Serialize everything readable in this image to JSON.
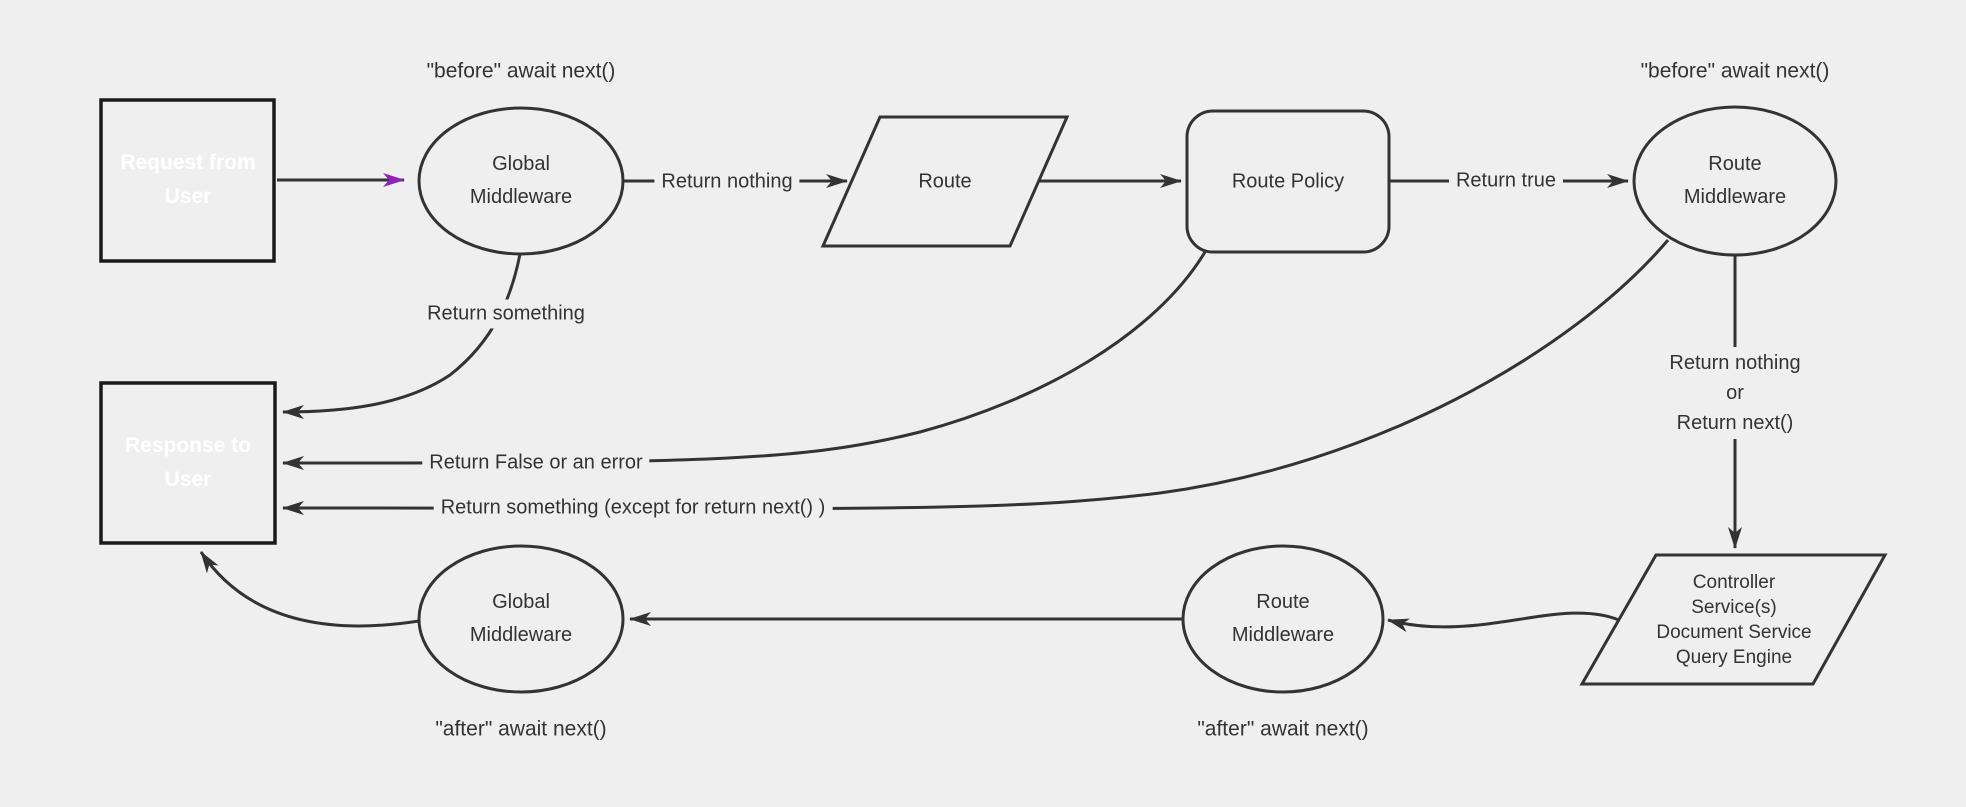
{
  "colors": {
    "background": "#efefef",
    "node_fill": "#efefef",
    "stroke": "#333333",
    "purple_fill": "#8a22a8",
    "purple_border": "#1a1a1a",
    "arrow_accent": "#9023b5",
    "label_text": "#333333",
    "node_text_light": "#ffffff"
  },
  "nodes": {
    "request_from_user": {
      "label": "Request from\nUser"
    },
    "global_middleware_top": {
      "label": "Global\nMiddleware"
    },
    "route": {
      "label": "Route"
    },
    "route_policy": {
      "label": "Route Policy"
    },
    "route_middleware_top": {
      "label": "Route\nMiddleware"
    },
    "response_to_user": {
      "label": "Response to\nUser"
    },
    "global_middleware_bottom": {
      "label": "Global\nMiddleware"
    },
    "route_middleware_bottom": {
      "label": "Route\nMiddleware"
    },
    "controller_services": {
      "label": "Controller\nService(s)\nDocument Service\nQuery Engine"
    }
  },
  "edge_labels": {
    "before_await_next_top_left": "\"before\" await next()",
    "before_await_next_top_right": "\"before\" await next()",
    "return_nothing": "Return nothing",
    "return_true": "Return true",
    "return_something": "Return something",
    "return_false_or_error": "Return False or an error",
    "return_something_except": "Return something (except for return next() )",
    "return_nothing_or_next": "Return nothing\nor\nReturn next()",
    "after_await_next_bottom_left": "\"after\" await next()",
    "after_await_next_bottom_right": "\"after\" await next()"
  }
}
